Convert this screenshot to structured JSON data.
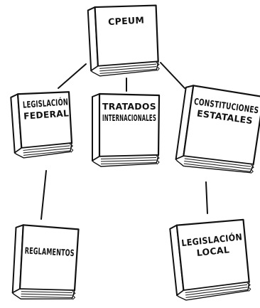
{
  "diagram": {
    "books": {
      "cpeum": {
        "lines": [
          "CPEUM"
        ]
      },
      "legislacion_federal": {
        "lines": [
          "LEGISLACIÓN",
          "FEDERAL"
        ]
      },
      "tratados_internacionales": {
        "lines": [
          "TRATADOS",
          "INTERNACIONALES"
        ]
      },
      "constituciones_estatales": {
        "lines": [
          "CONSTITUCIONES",
          "ESTATALES"
        ]
      },
      "reglamentos": {
        "lines": [
          "REGLAMENTOS"
        ]
      },
      "legislacion_local": {
        "lines": [
          "LEGISLACIÓN",
          "LOCAL"
        ]
      }
    },
    "connections": [
      [
        "cpeum",
        "legislacion_federal"
      ],
      [
        "cpeum",
        "tratados_internacionales"
      ],
      [
        "cpeum",
        "constituciones_estatales"
      ],
      [
        "legislacion_federal",
        "reglamentos"
      ],
      [
        "constituciones_estatales",
        "legislacion_local"
      ]
    ]
  }
}
